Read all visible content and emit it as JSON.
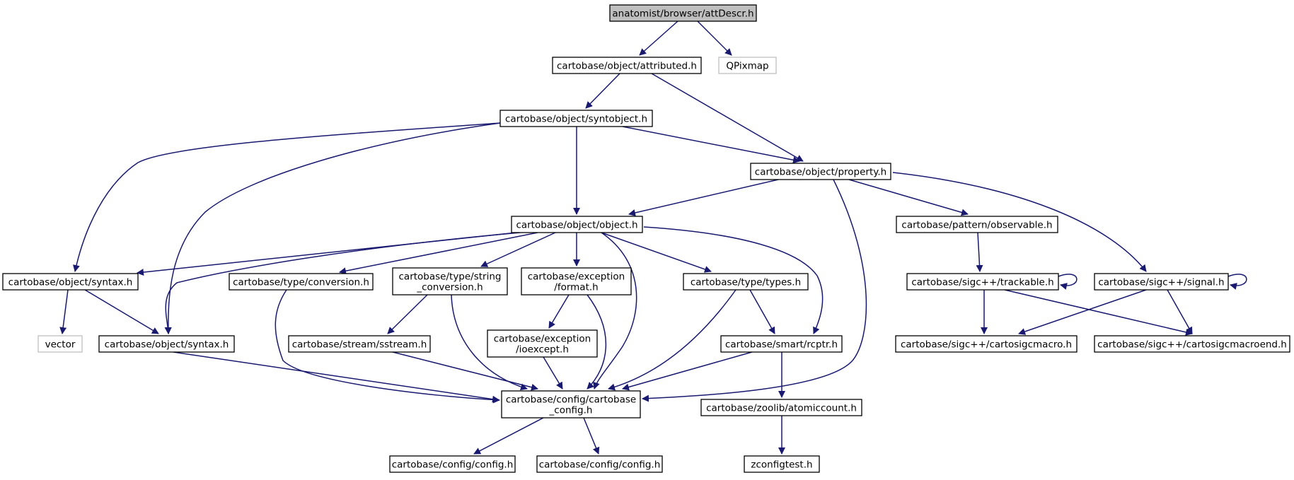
{
  "graph": {
    "edge_color": "#191970",
    "root_fill": "#bfbfbf",
    "external_border": "#bfbfbf",
    "nodes": [
      {
        "id": "att",
        "lines": [
          "anatomist/browser/attDescr.h"
        ],
        "style": "root"
      },
      {
        "id": "attributed",
        "lines": [
          "cartobase/object/attributed.h"
        ],
        "style": "normal"
      },
      {
        "id": "qpixmap",
        "lines": [
          "QPixmap"
        ],
        "style": "external"
      },
      {
        "id": "syntobject",
        "lines": [
          "cartobase/object/syntobject.h"
        ],
        "style": "normal"
      },
      {
        "id": "property",
        "lines": [
          "cartobase/object/property.h"
        ],
        "style": "normal"
      },
      {
        "id": "object",
        "lines": [
          "cartobase/object/object.h"
        ],
        "style": "normal"
      },
      {
        "id": "observable",
        "lines": [
          "cartobase/pattern/observable.h"
        ],
        "style": "normal"
      },
      {
        "id": "syntax1",
        "lines": [
          "cartobase/object/syntax.h"
        ],
        "style": "normal"
      },
      {
        "id": "conversion",
        "lines": [
          "cartobase/type/conversion.h"
        ],
        "style": "normal"
      },
      {
        "id": "strconv",
        "lines": [
          "cartobase/type/string",
          "_conversion.h"
        ],
        "style": "normal"
      },
      {
        "id": "format",
        "lines": [
          "cartobase/exception",
          "/format.h"
        ],
        "style": "normal"
      },
      {
        "id": "types",
        "lines": [
          "cartobase/type/types.h"
        ],
        "style": "normal"
      },
      {
        "id": "trackable",
        "lines": [
          "cartobase/sigc++/trackable.h"
        ],
        "style": "normal"
      },
      {
        "id": "signal",
        "lines": [
          "cartobase/sigc++/signal.h"
        ],
        "style": "normal"
      },
      {
        "id": "vector",
        "lines": [
          "vector"
        ],
        "style": "external"
      },
      {
        "id": "syntax2",
        "lines": [
          "cartobase/object/syntax.h"
        ],
        "style": "normal"
      },
      {
        "id": "sstream",
        "lines": [
          "cartobase/stream/sstream.h"
        ],
        "style": "normal"
      },
      {
        "id": "ioexcept",
        "lines": [
          "cartobase/exception",
          "/ioexcept.h"
        ],
        "style": "normal"
      },
      {
        "id": "rcptr",
        "lines": [
          "cartobase/smart/rcptr.h"
        ],
        "style": "normal"
      },
      {
        "id": "cmacro",
        "lines": [
          "cartobase/sigc++/cartosigcmacro.h"
        ],
        "style": "normal"
      },
      {
        "id": "cmacroend",
        "lines": [
          "cartobase/sigc++/cartosigcmacroend.h"
        ],
        "style": "normal"
      },
      {
        "id": "cbconfig",
        "lines": [
          "cartobase/config/cartobase",
          "_config.h"
        ],
        "style": "normal"
      },
      {
        "id": "atomic",
        "lines": [
          "cartobase/zoolib/atomiccount.h"
        ],
        "style": "normal"
      },
      {
        "id": "config1",
        "lines": [
          "cartobase/config/config.h"
        ],
        "style": "normal"
      },
      {
        "id": "config2",
        "lines": [
          "cartobase/config/config.h"
        ],
        "style": "normal"
      },
      {
        "id": "zconfig",
        "lines": [
          "zconfigtest.h"
        ],
        "style": "normal"
      }
    ]
  }
}
